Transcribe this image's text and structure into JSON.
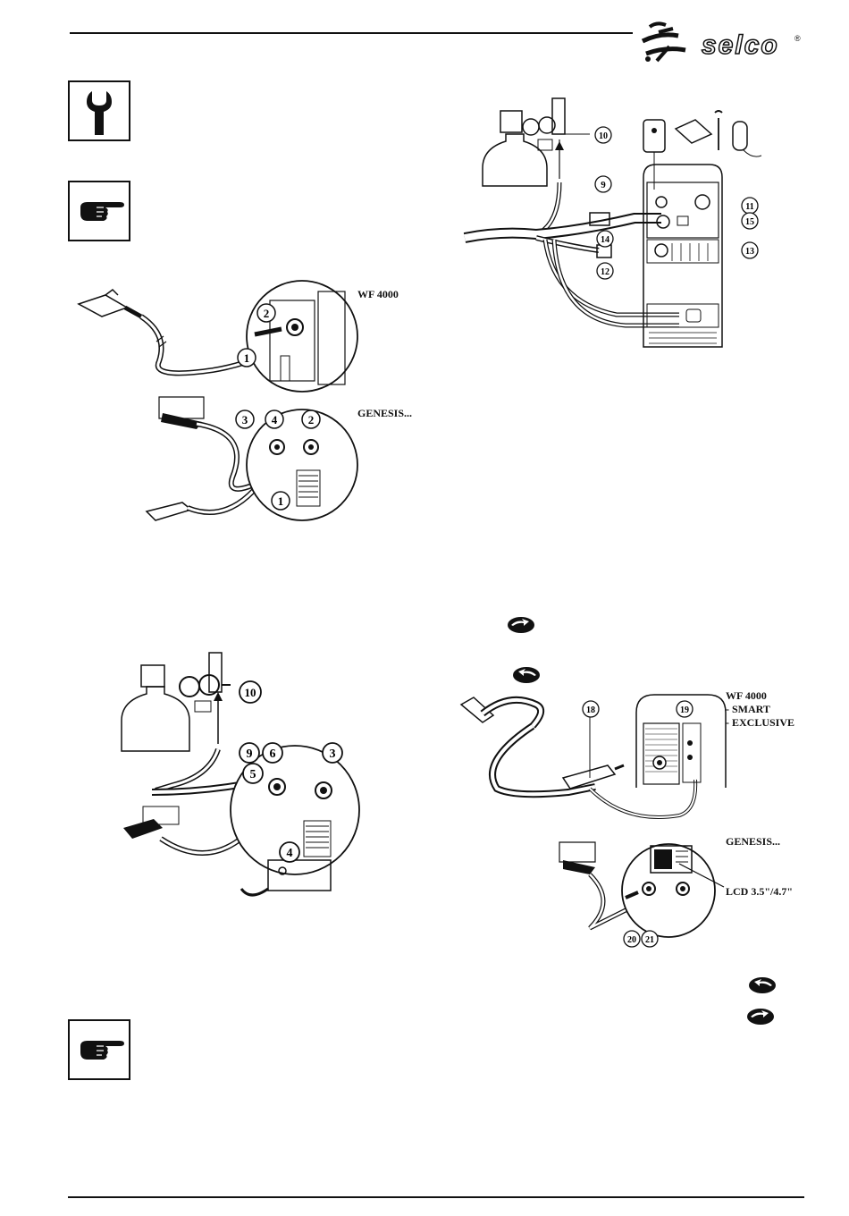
{
  "header": {
    "brand": "selco",
    "registered_mark": "®"
  },
  "labels": {
    "wf4000_top": "WF 4000",
    "genesis_top": "GENESIS...",
    "wf4000_bottom": "WF 4000",
    "smart": "- SMART",
    "exclusive": "- EXCLUSIVE",
    "genesis_bottom": "GENESIS...",
    "lcd": "LCD 3.5\"/4.7\""
  },
  "callouts": {
    "fig1": [
      "1",
      "2"
    ],
    "fig2": [
      "3",
      "4",
      "2",
      "1"
    ],
    "fig3": [
      "10",
      "9",
      "6",
      "3",
      "5",
      "4"
    ],
    "fig4": [
      "10",
      "9",
      "11",
      "15",
      "14",
      "13",
      "12"
    ],
    "fig5": [
      "18",
      "19"
    ],
    "fig6": [
      "20",
      "21"
    ]
  },
  "icons": {
    "wrench": "wrench-icon",
    "pointing_hand": "pointing-hand-icon",
    "gas_flow_out": "gas-out-icon",
    "gas_flow_in": "gas-in-icon"
  }
}
